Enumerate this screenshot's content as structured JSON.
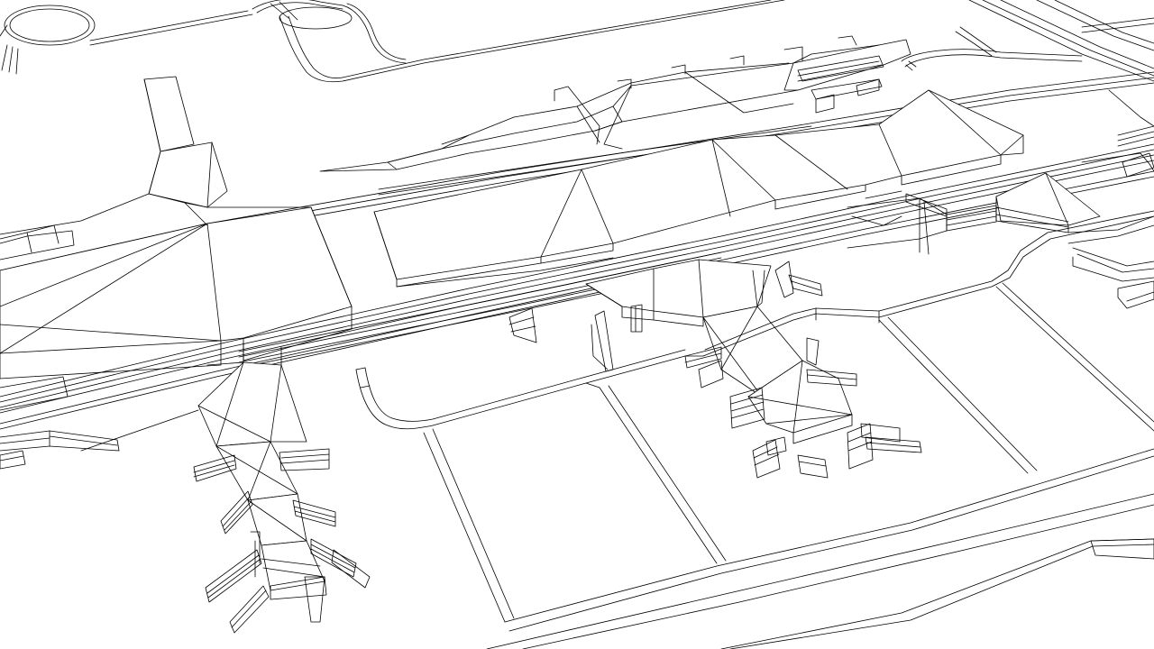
{
  "view": {
    "kind": "wireframe-3d-viewport",
    "background": "#ffffff",
    "line_color": "#000000"
  },
  "scene": {
    "subject": "airport-terminal-model",
    "elements": [
      "roundabout",
      "access-roads",
      "main-terminal-building",
      "secondary-terminal-building",
      "elevated-roadway-bands",
      "left-pier-concourse",
      "right-pier-concourse",
      "jet-bridges",
      "apron-taxiway-grid",
      "parking-canopy-stubs"
    ]
  }
}
